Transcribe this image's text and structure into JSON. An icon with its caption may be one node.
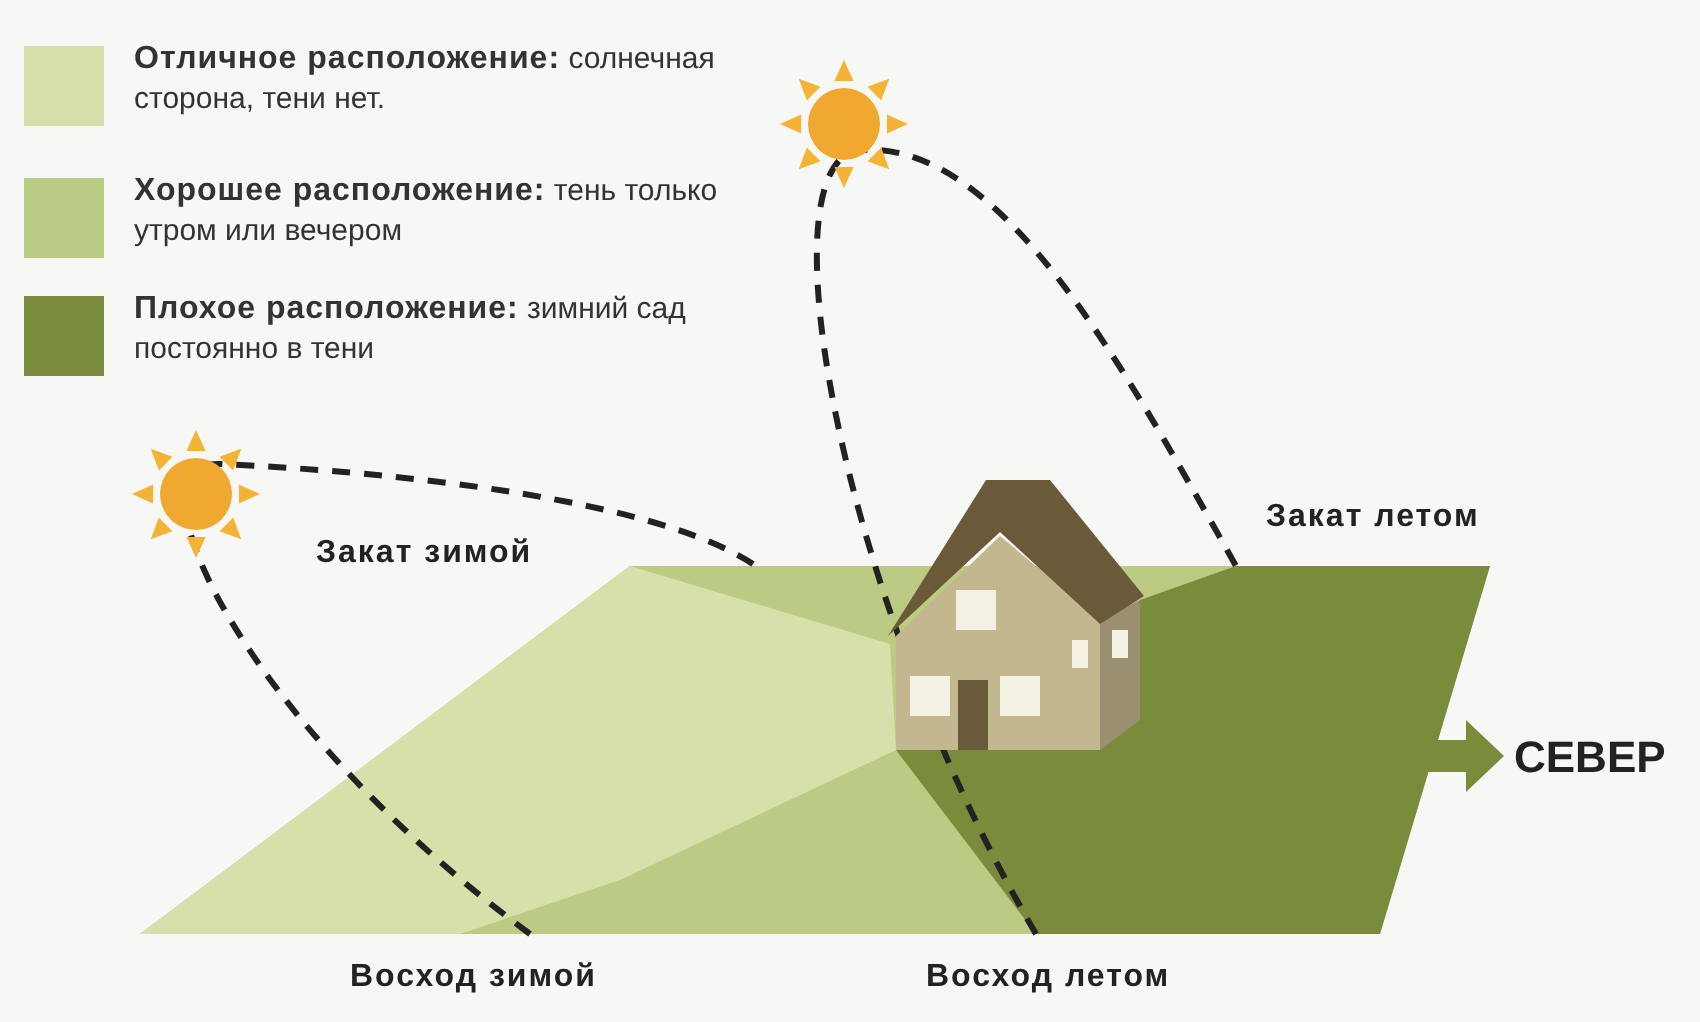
{
  "diagram": {
    "labels": [
      "Закат зимой",
      "Закат летом",
      "Восход зимой",
      "Восход летом",
      "СЕВЕР"
    ],
    "legend": [
      {
        "text": "**Отличное расположение:** солнечная сторона, тени нет.",
        "color": "#d6e0aa"
      },
      {
        "text": "**Хорошее расположение:** тень только утром или вечером",
        "color": "#bccb84"
      },
      {
        "text": "**Плохое расположение:** зимний сад постоянно в тени",
        "color": "#7b8b3c"
      }
    ]
  }
}
